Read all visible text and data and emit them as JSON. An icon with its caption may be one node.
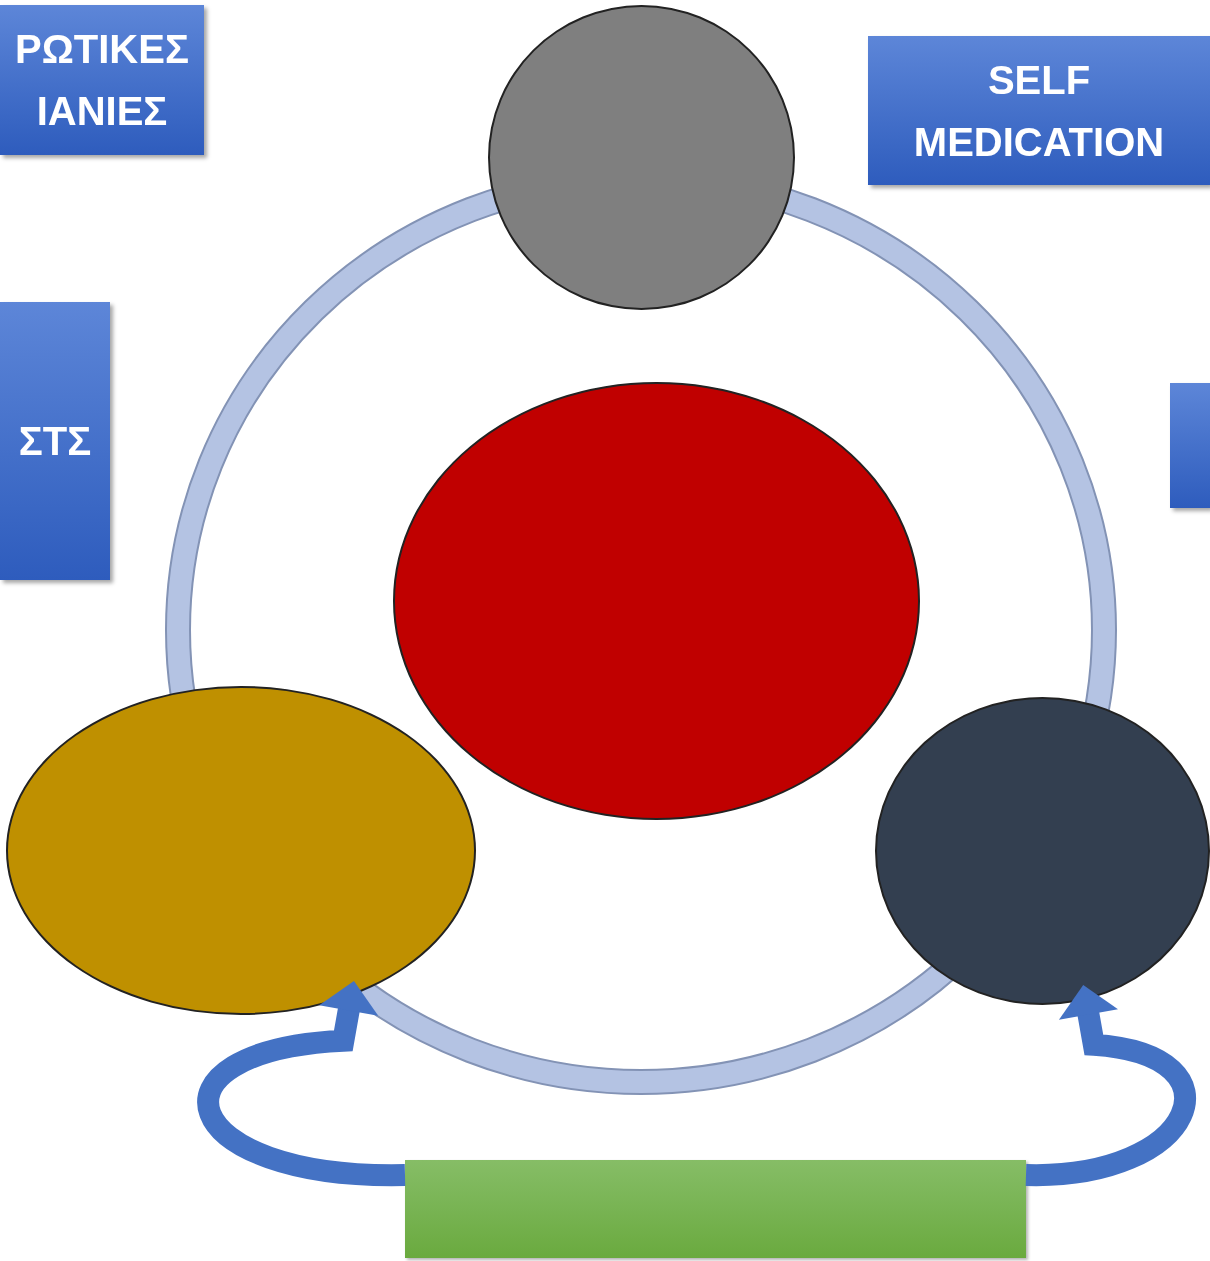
{
  "diagram": {
    "nodes": [
      {
        "text": [
          "ΡΩΤΙΚΕΣ ΙΑΝΙΕΣ"
        ]
      },
      {
        "text": [
          "SELF MEDICATION"
        ]
      },
      {
        "text": [
          "ΣΤΣ"
        ]
      },
      {
        "text": [],
        "shape": "box"
      },
      {
        "text": [],
        "shape": "circle"
      },
      {
        "text": [],
        "shape": "ellipse"
      },
      {
        "text": [],
        "shape": "ellipse"
      },
      {
        "text": [],
        "shape": "circle"
      },
      {
        "text": [],
        "shape": "bar"
      }
    ],
    "edges": [
      {
        "from": 8,
        "to": 6,
        "arrow": "to"
      },
      {
        "from": 8,
        "to": 7,
        "arrow": "to"
      }
    ]
  }
}
